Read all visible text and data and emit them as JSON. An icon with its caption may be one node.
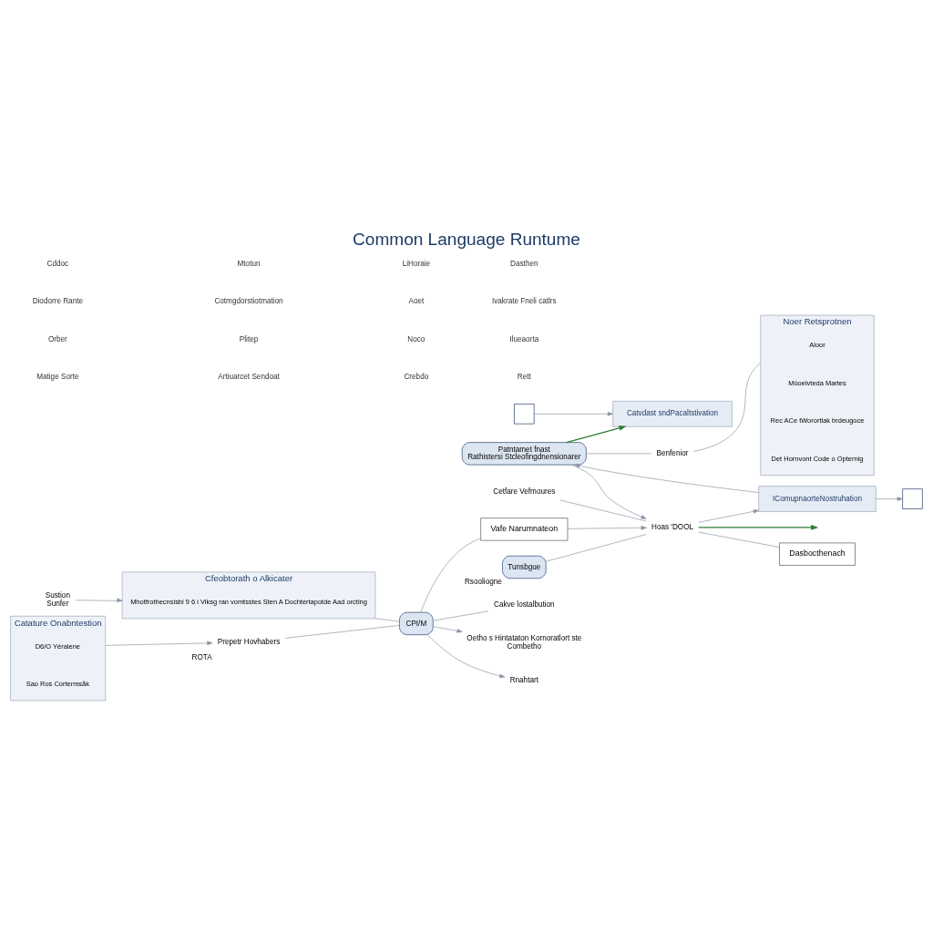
{
  "diagram": {
    "title": "Common Language Runtume",
    "nodes": [
      {
        "text": [
          "Catvdast sndPacaltstivation"
        ]
      },
      {
        "text": [
          "IComupnaorteNostruhation"
        ]
      },
      {
        "text": [
          "Patntamet fnast",
          "Rathistersi Stcleofingdnensionarer"
        ]
      },
      {
        "text": [
          "Benfenior"
        ]
      },
      {
        "text": [],
        "shape": "box"
      },
      {
        "text": [],
        "shape": "box"
      },
      {
        "text": [
          "Noer Retsprotnen"
        ]
      },
      {
        "text": [
          "Aloor"
        ],
        "in": 6
      },
      {
        "text": [
          "Mûoelvteda Martes"
        ],
        "in": 6
      },
      {
        "text": [
          "Rec ACe tWorortlak brdeugoce"
        ],
        "in": 6
      },
      {
        "text": [
          "Det Hornvont Code o Opternig"
        ],
        "in": 6
      },
      {
        "text": [
          "Tunsbgue"
        ],
        "beside": [
          "Rsooliogne"
        ]
      },
      {
        "text": [
          "Hoas 'DOOL"
        ]
      },
      {
        "text": [
          "Cetfare Vefmoures"
        ]
      },
      {
        "text": [
          "Dasbocthenach"
        ]
      },
      {
        "text": [
          "Vafe Narumnateon"
        ]
      },
      {
        "text": [
          "Cfeobtorath o Alkicater"
        ]
      },
      {
        "text": [
          "Mhotfrothecnsisbi 9 6 i Viksg ran vomtsstes Sten A Dochtertapotde Aad orcting"
        ],
        "in": 16
      },
      {
        "text": [
          "Sustion",
          "Sunfer"
        ]
      },
      {
        "text": [
          "CPI/M"
        ]
      },
      {
        "text": [
          "Cakve lostalbution"
        ]
      },
      {
        "text": [
          "Oetho s Hintataton Kornoratlort ste",
          "Combetho"
        ]
      },
      {
        "text": [
          "Rnahtart"
        ]
      },
      {
        "text": [
          "Prepetr Hovhabers"
        ],
        "beside": [
          "ROTA"
        ]
      },
      {
        "text": [
          "Catature Onabntestion"
        ]
      },
      {
        "text": [
          "D6/O Yéralene"
        ],
        "in": 24
      },
      {
        "text": [
          "Sao Ros Cortermsåk"
        ],
        "in": 24
      }
    ],
    "edges": [
      {
        "from": 4,
        "to": 0,
        "arrow": "to"
      },
      {
        "from": 1,
        "to": 5,
        "arrow": "to"
      },
      {
        "from": 2,
        "to": 0,
        "arrow": "to",
        "color": "#2e7d32"
      },
      {
        "from": 1,
        "to": 2,
        "arrow": "to"
      },
      {
        "from": 2,
        "to": 3,
        "arrow": "none"
      },
      {
        "from": 3,
        "to": 6,
        "arrow": "none"
      },
      {
        "from": 2,
        "to": 12,
        "arrow": "to"
      },
      {
        "from": 12,
        "to": 1,
        "arrow": "to"
      },
      {
        "from": 13,
        "to": 12,
        "arrow": "none"
      },
      {
        "from": 12,
        "to": null,
        "arrow": "to",
        "color": "#2e7d32"
      },
      {
        "from": 11,
        "to": 12,
        "arrow": "none"
      },
      {
        "from": 12,
        "to": 14,
        "arrow": "none"
      },
      {
        "from": 15,
        "to": 12,
        "arrow": "to"
      },
      {
        "from": 18,
        "to": 16,
        "arrow": "to"
      },
      {
        "from": 16,
        "to": 19,
        "arrow": "none"
      },
      {
        "from": 19,
        "to": 15,
        "arrow": "none"
      },
      {
        "from": 19,
        "to": 21,
        "arrow": "to"
      },
      {
        "from": 19,
        "to": 22,
        "arrow": "to"
      },
      {
        "from": 19,
        "to": 20,
        "arrow": "none"
      },
      {
        "from": 24,
        "to": 23,
        "arrow": "to"
      },
      {
        "from": 23,
        "to": 19,
        "arrow": "none"
      }
    ],
    "labels": [
      "Matige Sorte",
      "Orber",
      "Diodorre Rante",
      "Cddoc",
      "Artiuarcet Sendoat",
      "Plitep",
      "Cotmgdorstiotmation",
      "Mtotun",
      "Crebdo",
      "Noco",
      "Aoet",
      "LiHoraie",
      "Rett",
      "Ilueaorta",
      "Ivakrate Fneli catlrs",
      "Dasthen"
    ]
  }
}
